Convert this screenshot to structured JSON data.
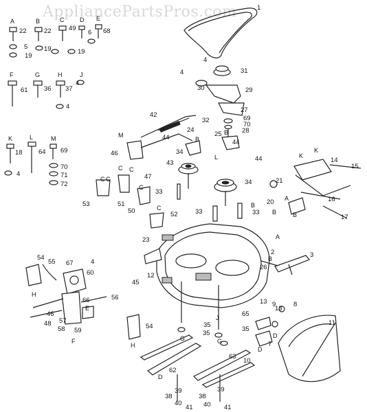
{
  "watermark": "AppliancePartsPros.com",
  "parts": [
    {
      "key": "p1",
      "text": "1"
    },
    {
      "key": "p2",
      "text": "2"
    },
    {
      "key": "p3",
      "text": "3"
    },
    {
      "key": "p4a",
      "text": "4"
    },
    {
      "key": "p4b",
      "text": "4"
    },
    {
      "key": "p4c",
      "text": "4"
    },
    {
      "key": "p4d",
      "text": "4"
    },
    {
      "key": "p4e",
      "text": "4"
    },
    {
      "key": "p4f",
      "text": "4"
    },
    {
      "key": "p5",
      "text": "5"
    },
    {
      "key": "p6",
      "text": "6"
    },
    {
      "key": "p7",
      "text": "7"
    },
    {
      "key": "p8",
      "text": "8"
    },
    {
      "key": "p9",
      "text": "9"
    },
    {
      "key": "p10",
      "text": "10"
    },
    {
      "key": "p11",
      "text": "11"
    },
    {
      "key": "p12",
      "text": "12"
    },
    {
      "key": "p13a",
      "text": "13"
    },
    {
      "key": "p13b",
      "text": "13"
    },
    {
      "key": "p14",
      "text": "14"
    },
    {
      "key": "p15",
      "text": "15"
    },
    {
      "key": "p16",
      "text": "16"
    },
    {
      "key": "p17",
      "text": "17"
    },
    {
      "key": "p18",
      "text": "18"
    },
    {
      "key": "p19a",
      "text": "19"
    },
    {
      "key": "p19b",
      "text": "19"
    },
    {
      "key": "p19c",
      "text": "19"
    },
    {
      "key": "p20",
      "text": "20"
    },
    {
      "key": "p21",
      "text": "21"
    },
    {
      "key": "p22a",
      "text": "22"
    },
    {
      "key": "p22b",
      "text": "22"
    },
    {
      "key": "p23",
      "text": "23"
    },
    {
      "key": "p24",
      "text": "24"
    },
    {
      "key": "p25",
      "text": "25"
    },
    {
      "key": "p26",
      "text": "26"
    },
    {
      "key": "p27",
      "text": "27"
    },
    {
      "key": "p28",
      "text": "28"
    },
    {
      "key": "p29",
      "text": "29"
    },
    {
      "key": "p30",
      "text": "30"
    },
    {
      "key": "p31",
      "text": "31"
    },
    {
      "key": "p32",
      "text": "32"
    },
    {
      "key": "p33a",
      "text": "33"
    },
    {
      "key": "p33b",
      "text": "33"
    },
    {
      "key": "p33c",
      "text": "33"
    },
    {
      "key": "p34a",
      "text": "34"
    },
    {
      "key": "p34b",
      "text": "34"
    },
    {
      "key": "p35a",
      "text": "35"
    },
    {
      "key": "p35b",
      "text": "35"
    },
    {
      "key": "p35c",
      "text": "35"
    },
    {
      "key": "p36",
      "text": "36"
    },
    {
      "key": "p37",
      "text": "37"
    },
    {
      "key": "p38a",
      "text": "38"
    },
    {
      "key": "p38b",
      "text": "38"
    },
    {
      "key": "p39a",
      "text": "39"
    },
    {
      "key": "p39b",
      "text": "39"
    },
    {
      "key": "p40a",
      "text": "40"
    },
    {
      "key": "p40b",
      "text": "40"
    },
    {
      "key": "p41a",
      "text": "41"
    },
    {
      "key": "p41b",
      "text": "41"
    },
    {
      "key": "p42",
      "text": "42"
    },
    {
      "key": "p43",
      "text": "43"
    },
    {
      "key": "p44a",
      "text": "44"
    },
    {
      "key": "p44b",
      "text": "44"
    },
    {
      "key": "p44c",
      "text": "44"
    },
    {
      "key": "p45",
      "text": "45"
    },
    {
      "key": "p46a",
      "text": "46"
    },
    {
      "key": "p46b",
      "text": "46"
    },
    {
      "key": "p47",
      "text": "47"
    },
    {
      "key": "p48",
      "text": "48"
    },
    {
      "key": "p49",
      "text": "49"
    },
    {
      "key": "p50",
      "text": "50"
    },
    {
      "key": "p51",
      "text": "51"
    },
    {
      "key": "p52",
      "text": "52"
    },
    {
      "key": "p53",
      "text": "53"
    },
    {
      "key": "p54a",
      "text": "54"
    },
    {
      "key": "p54b",
      "text": "54"
    },
    {
      "key": "p55",
      "text": "55"
    },
    {
      "key": "p56",
      "text": "56"
    },
    {
      "key": "p57",
      "text": "57"
    },
    {
      "key": "p58",
      "text": "58"
    },
    {
      "key": "p59",
      "text": "59"
    },
    {
      "key": "p60",
      "text": "60"
    },
    {
      "key": "p61",
      "text": "61"
    },
    {
      "key": "p62",
      "text": "62"
    },
    {
      "key": "p63",
      "text": "63"
    },
    {
      "key": "p64",
      "text": "64"
    },
    {
      "key": "p65",
      "text": "65"
    },
    {
      "key": "p66",
      "text": "66"
    },
    {
      "key": "p67",
      "text": "67"
    },
    {
      "key": "p68",
      "text": "68"
    },
    {
      "key": "p69a",
      "text": "69"
    },
    {
      "key": "p69b",
      "text": "69"
    },
    {
      "key": "p70a",
      "text": "70"
    },
    {
      "key": "p70b",
      "text": "70"
    },
    {
      "key": "p71",
      "text": "71"
    },
    {
      "key": "p72",
      "text": "72"
    }
  ],
  "letters": [
    {
      "key": "A1",
      "text": "A"
    },
    {
      "key": "B1",
      "text": "B"
    },
    {
      "key": "C1",
      "text": "C"
    },
    {
      "key": "D1",
      "text": "D"
    },
    {
      "key": "E1",
      "text": "E"
    },
    {
      "key": "F1",
      "text": "F"
    },
    {
      "key": "G1",
      "text": "G"
    },
    {
      "key": "H1",
      "text": "H"
    },
    {
      "key": "J1",
      "text": "J"
    },
    {
      "key": "K1",
      "text": "K"
    },
    {
      "key": "L1",
      "text": "L"
    },
    {
      "key": "M1",
      "text": "M"
    },
    {
      "key": "M2",
      "text": "M"
    },
    {
      "key": "K2",
      "text": "K"
    },
    {
      "key": "K3",
      "text": "K"
    },
    {
      "key": "A2",
      "text": "A"
    },
    {
      "key": "A3",
      "text": "A"
    },
    {
      "key": "B2",
      "text": "B"
    },
    {
      "key": "B3",
      "text": "B"
    },
    {
      "key": "B4",
      "text": "B"
    },
    {
      "key": "B5",
      "text": "B"
    },
    {
      "key": "B6",
      "text": "B"
    },
    {
      "key": "B7",
      "text": "B"
    },
    {
      "key": "C2",
      "text": "C"
    },
    {
      "key": "C3",
      "text": "C"
    },
    {
      "key": "C4",
      "text": "C"
    },
    {
      "key": "C5",
      "text": "C"
    },
    {
      "key": "C6",
      "text": "C"
    },
    {
      "key": "C7",
      "text": "C"
    },
    {
      "key": "D2",
      "text": "D"
    },
    {
      "key": "D3",
      "text": "D"
    },
    {
      "key": "D4",
      "text": "D"
    },
    {
      "key": "E2",
      "text": "E"
    },
    {
      "key": "F2",
      "text": "F"
    },
    {
      "key": "G2",
      "text": "G"
    },
    {
      "key": "G3",
      "text": "G"
    },
    {
      "key": "H2",
      "text": "H"
    },
    {
      "key": "H3",
      "text": "H"
    },
    {
      "key": "J2",
      "text": "J"
    },
    {
      "key": "L2",
      "text": "L"
    }
  ]
}
